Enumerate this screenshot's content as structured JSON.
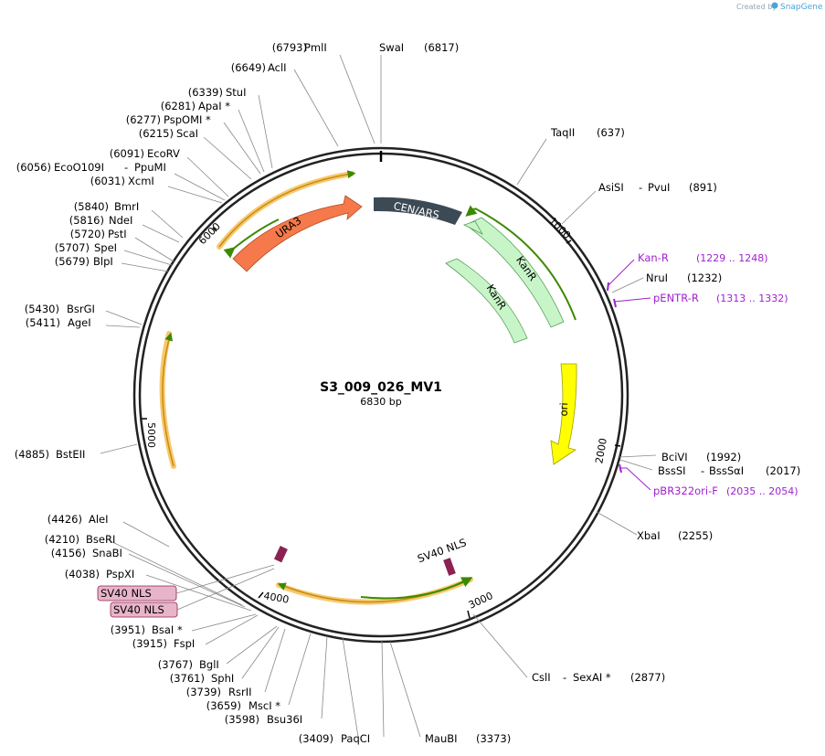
{
  "credit": "Created by",
  "brand": "SnapGene",
  "plasmid": {
    "name": "S3_009_026_MV1",
    "length_text": "6830 bp",
    "length": 6830
  },
  "ticks": [
    "1000",
    "2000",
    "3000",
    "4000",
    "5000",
    "6000"
  ],
  "sites": [
    {
      "pos": "(6793)",
      "name": "PmlI"
    },
    {
      "pos": "(6817)",
      "name": "SwaI"
    },
    {
      "pos": "(6649)",
      "name": "AclI"
    },
    {
      "pos": "(6339)",
      "name": "StuI"
    },
    {
      "pos": "(6281)",
      "name": "ApaI *"
    },
    {
      "pos": "(6277)",
      "name": "PspOMI *"
    },
    {
      "pos": "(6215)",
      "name": "ScaI"
    },
    {
      "pos": "(6091)",
      "name": "EcoRV"
    },
    {
      "pos": "(6056)",
      "name": "EcoO109I",
      "name2": "PpuMI"
    },
    {
      "pos": "(6031)",
      "name": "XcmI"
    },
    {
      "pos": "(5840)",
      "name": "BmrI"
    },
    {
      "pos": "(5816)",
      "name": "NdeI"
    },
    {
      "pos": "(5720)",
      "name": "PstI"
    },
    {
      "pos": "(5707)",
      "name": "SpeI"
    },
    {
      "pos": "(5679)",
      "name": "BlpI"
    },
    {
      "pos": "(5430)",
      "name": "BsrGI"
    },
    {
      "pos": "(5411)",
      "name": "AgeI"
    },
    {
      "pos": "(4885)",
      "name": "BstEII"
    },
    {
      "pos": "(4426)",
      "name": "AleI"
    },
    {
      "pos": "(4210)",
      "name": "BseRI"
    },
    {
      "pos": "(4156)",
      "name": "SnaBI"
    },
    {
      "pos": "(4038)",
      "name": "PspXI"
    },
    {
      "pos": "(3951)",
      "name": "BsaI *"
    },
    {
      "pos": "(3915)",
      "name": "FspI"
    },
    {
      "pos": "(3767)",
      "name": "BglI"
    },
    {
      "pos": "(3761)",
      "name": "SphI"
    },
    {
      "pos": "(3739)",
      "name": "RsrII"
    },
    {
      "pos": "(3659)",
      "name": "MscI *"
    },
    {
      "pos": "(3598)",
      "name": "Bsu36I"
    },
    {
      "pos": "(3409)",
      "name": "PaqCI"
    },
    {
      "pos": "(3373)",
      "name": "MauBI"
    },
    {
      "pos": "(637)",
      "name": "TaqII"
    },
    {
      "pos": "(891)",
      "name": "AsiSI",
      "name2": "PvuI"
    },
    {
      "pos": "(1232)",
      "name": "NruI"
    },
    {
      "pos": "(1992)",
      "name": "BciVI"
    },
    {
      "pos": "(2017)",
      "name": "BssSI",
      "name2": "BssSαI"
    },
    {
      "pos": "(2255)",
      "name": "XbaI"
    },
    {
      "pos": "(2877)",
      "name": "CslI",
      "name2": "SexAI *"
    }
  ],
  "primers": [
    {
      "name": "Kan-R",
      "range": "(1229 .. 1248)"
    },
    {
      "name": "pENTR-R",
      "range": "(1313 .. 1332)"
    },
    {
      "name": "pBR322ori-F",
      "range": "(2035 .. 2054)"
    }
  ],
  "features": [
    {
      "name": "CEN/ARS",
      "color": "#3c4a55"
    },
    {
      "name": "KanR",
      "color": "#c8f5c8"
    },
    {
      "name": "KanR",
      "color": "#c8f5c8"
    },
    {
      "name": "ori",
      "color": "#ffff00"
    },
    {
      "name": "URA3",
      "color": "#f5794a"
    },
    {
      "name": "SV40 NLS",
      "color": "#8b2252"
    },
    {
      "name": "SV40 NLS",
      "color": "#e8b4c8"
    },
    {
      "name": "SV40 NLS",
      "color": "#e8b4c8"
    }
  ]
}
